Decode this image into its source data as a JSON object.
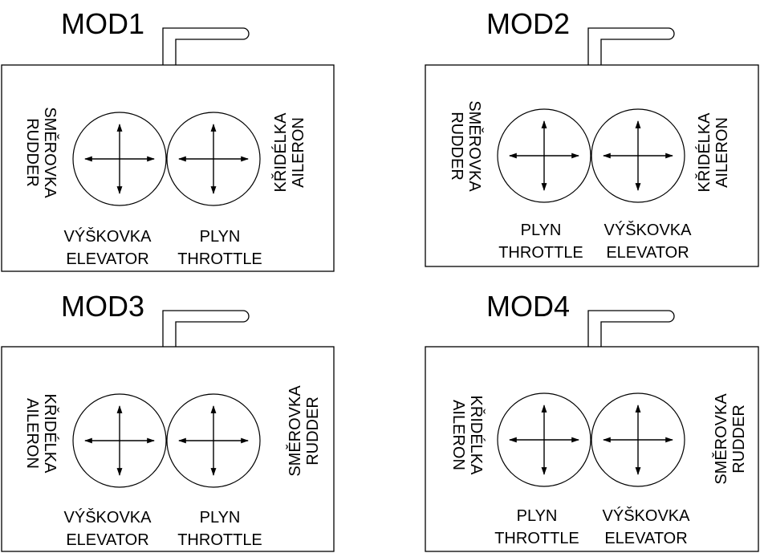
{
  "panels": [
    {
      "title": "MOD1",
      "left_side": [
        "SMĚROVKA",
        "RUDDER"
      ],
      "right_side": [
        "KŘIDÉLKA",
        "AILERON"
      ],
      "bottom_left": [
        "VÝŠKOVKA",
        "ELEVATOR"
      ],
      "bottom_right": [
        "PLYN",
        "THROTTLE"
      ]
    },
    {
      "title": "MOD2",
      "left_side": [
        "SMĚROVKA",
        "RUDDER"
      ],
      "right_side": [
        "KŘIDÉLKA",
        "AILERON"
      ],
      "bottom_left": [
        "PLYN",
        "THROTTLE"
      ],
      "bottom_right": [
        "VÝŠKOVKA",
        "ELEVATOR"
      ]
    },
    {
      "title": "MOD3",
      "left_side": [
        "KŘIDÉLKA",
        "AILERON"
      ],
      "right_side": [
        "SMĚROVKA",
        "RUDDER"
      ],
      "bottom_left": [
        "VÝŠKOVKA",
        "ELEVATOR"
      ],
      "bottom_right": [
        "PLYN",
        "THROTTLE"
      ]
    },
    {
      "title": "MOD4",
      "left_side": [
        "KŘIDÉLKA",
        "AILERON"
      ],
      "right_side": [
        "SMĚROVKA",
        "RUDDER"
      ],
      "bottom_left": [
        "PLYN",
        "THROTTLE"
      ],
      "bottom_right": [
        "VÝŠKOVKA",
        "ELEVATOR"
      ]
    }
  ]
}
